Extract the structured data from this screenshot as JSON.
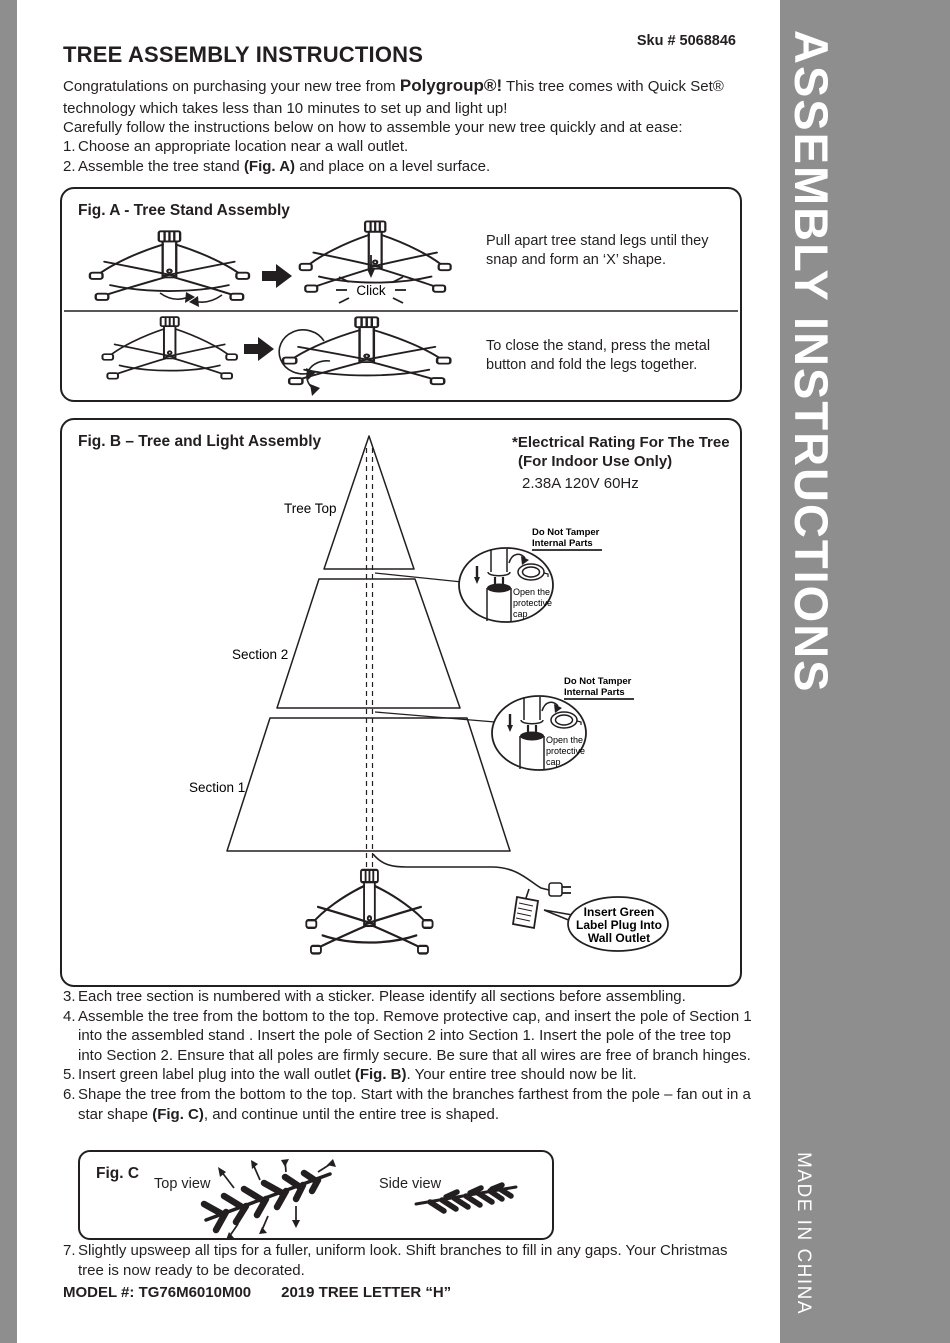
{
  "colors": {
    "sidebar_gray": "#8e8e8e",
    "ink": "#231f20"
  },
  "header": {
    "sku": "Sku # 5068846",
    "title": "TREE ASSEMBLY INSTRUCTIONS",
    "p1": [
      {
        "t": "Congratulations on purchasing your new tree from "
      },
      {
        "t": "Polygroup®!",
        "b": true,
        "big": true
      },
      {
        "t": " This tree comes with Quick Set® technology which takes less than 10 minutes to set up and light up!"
      }
    ],
    "p2": "Carefully follow the instructions below on how to assemble your new tree quickly and at ease:"
  },
  "intro_steps": [
    {
      "num": "1.",
      "segments": [
        {
          "t": "Choose an appropriate location near a wall outlet."
        }
      ]
    },
    {
      "num": "2.",
      "segments": [
        {
          "t": "Assemble the tree stand "
        },
        {
          "t": "(Fig. A)",
          "b": true
        },
        {
          "t": " and place on a level surface."
        }
      ]
    }
  ],
  "fig_a": {
    "title": "Fig. A - Tree Stand Assembly",
    "caption1": "Pull apart tree stand legs until they snap and form an ‘X’ shape.",
    "click": "Click",
    "caption2": "To close the stand, press the metal button and fold the legs together."
  },
  "fig_b": {
    "title": "Fig. B – Tree and Light Assembly",
    "electrical": [
      "*Electrical Rating For The Tree",
      "(For Indoor Use Only)",
      "2.38A 120V 60Hz"
    ],
    "labels": {
      "tree_top": "Tree Top",
      "section_2": "Section 2",
      "section_1": "Section 1"
    },
    "tamper": [
      "Do Not Tamper",
      "Internal Parts"
    ],
    "open_cap": [
      "Open the",
      "protective",
      "cap"
    ],
    "plug_callout": [
      "Insert Green",
      "Label Plug Into",
      "Wall Outlet"
    ]
  },
  "steps": [
    {
      "num": "3.",
      "segments": [
        {
          "t": "Each tree section is numbered with a sticker. Please identify all sections before assembling."
        }
      ]
    },
    {
      "num": "4.",
      "segments": [
        {
          "t": "Assemble the tree from the bottom to the top. Remove protective cap, and insert the pole of Section 1 into the assembled stand . Insert the pole of Section 2 into Section 1. Insert the pole of the tree top into Section 2. Ensure that all poles are firmly secure. Be sure that all wires are free of branch hinges."
        }
      ]
    },
    {
      "num": "5.",
      "segments": [
        {
          "t": "Insert green label plug into the wall outlet "
        },
        {
          "t": "(Fig. B)",
          "b": true
        },
        {
          "t": ". Your entire tree should now be lit."
        }
      ]
    },
    {
      "num": "6.",
      "segments": [
        {
          "t": "Shape the tree from the bottom to the top. Start with the branches farthest from the pole – fan out in a star shape "
        },
        {
          "t": "(Fig. C)",
          "b": true
        },
        {
          "t": ", and continue until the entire tree is shaped."
        }
      ]
    },
    {
      "num": "7.",
      "segments": [
        {
          "t": "Slightly upsweep all tips for a fuller, uniform look. Shift branches to fill in any gaps. Your Christmas tree is now ready to be decorated."
        }
      ]
    }
  ],
  "fig_c": {
    "title": "Fig. C",
    "top_view": "Top view",
    "side_view": "Side view"
  },
  "footer": {
    "model": "MODEL #: TG76M6010M00",
    "tree_name": "2019 TREE LETTER “H”"
  },
  "sidebar": {
    "title": "ASSEMBLY INSTRUCTIONS",
    "made_in": "MADE IN CHINA"
  }
}
